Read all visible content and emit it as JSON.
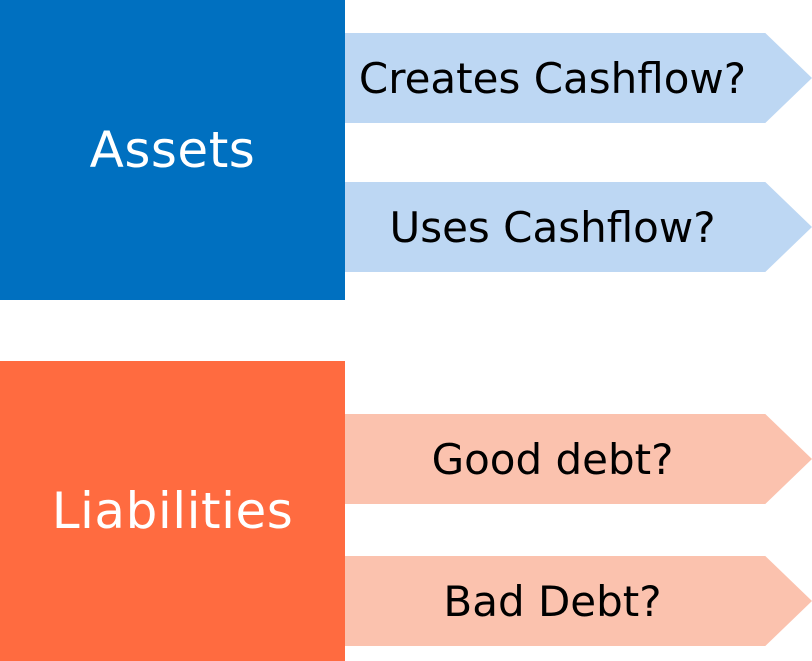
{
  "colors": {
    "assets_fill": "#0070C0",
    "assets_arrow_fill": "#BDD7F3",
    "liabilities_fill": "#FF6B40",
    "liabilities_arrow_fill": "#FBC2AE",
    "block_text": "#FFFFFF",
    "arrow_text": "#000000"
  },
  "assets": {
    "label": "Assets",
    "items": [
      {
        "label": "Creates Cashflow?"
      },
      {
        "label": "Uses Cashflow?"
      }
    ]
  },
  "liabilities": {
    "label": "Liabilities",
    "items": [
      {
        "label": "Good debt?"
      },
      {
        "label": "Bad Debt?"
      }
    ]
  }
}
